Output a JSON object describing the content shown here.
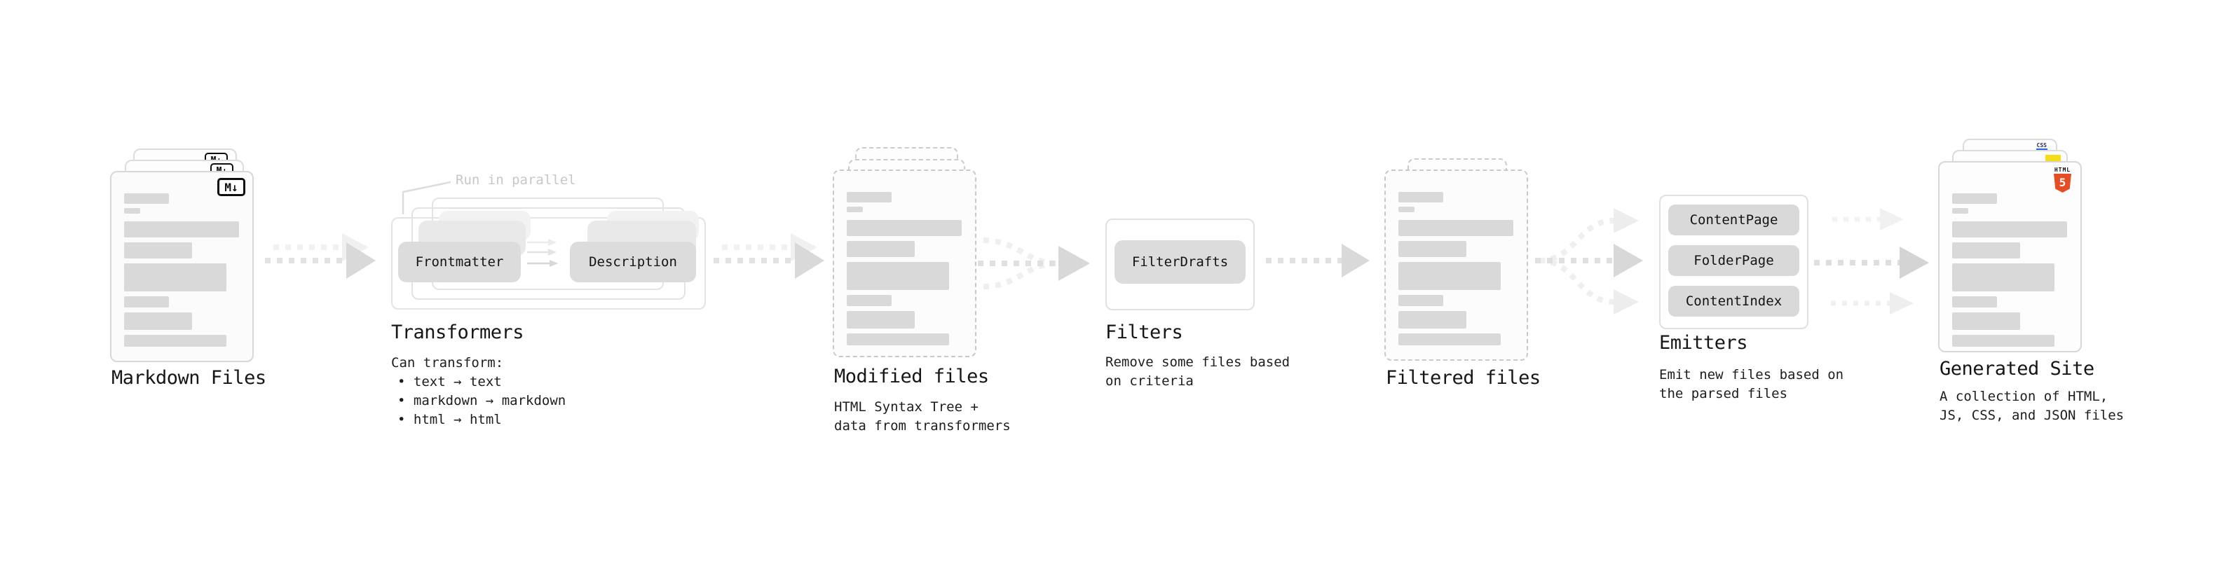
{
  "nodes": {
    "markdown_files": {
      "title": "Markdown Files",
      "badge": "M↓"
    },
    "transformers": {
      "title": "Transformers",
      "callout": "Run in parallel",
      "step1": "Frontmatter",
      "step2": "Description",
      "note_heading": "Can transform:",
      "notes": [
        "• text → text",
        "• markdown → markdown",
        "• html → html"
      ]
    },
    "modified_files": {
      "title": "Modified files",
      "subtitle": [
        "HTML Syntax Tree +",
        "data from transformers"
      ]
    },
    "filters": {
      "title": "Filters",
      "step1": "FilterDrafts",
      "subtitle": [
        "Remove some files based",
        "on criteria"
      ]
    },
    "filtered_files": {
      "title": "Filtered files"
    },
    "emitters": {
      "title": "Emitters",
      "step1": "ContentPage",
      "step2": "FolderPage",
      "step3": "ContentIndex",
      "subtitle": [
        "Emit new files based on",
        "the parsed files"
      ]
    },
    "generated_site": {
      "title": "Generated Site",
      "subtitle": [
        "A collection of HTML,",
        "JS, CSS, and JSON files"
      ],
      "badge_html_label": "HTML",
      "badge_html_number": "5",
      "badge_css": "CSS"
    }
  },
  "colors": {
    "html5_orange": "#e44d26",
    "js_yellow": "#f5de19",
    "css_blue": "#2862e9",
    "button_fill": "#dcdcdc",
    "arrow": "#e0e0e0",
    "arrow_dark_head": "#d6d6d6",
    "arrow_light": "#f0f0f0"
  }
}
